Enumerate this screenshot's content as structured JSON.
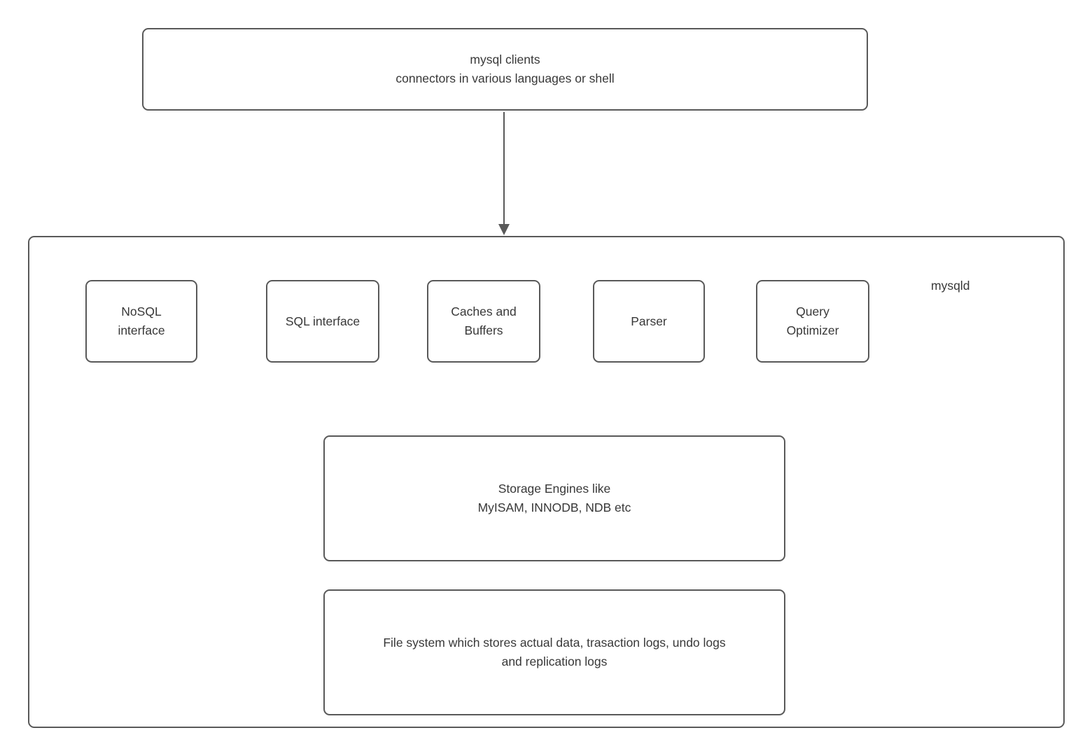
{
  "diagram": {
    "colors": {
      "background": "#ffffff",
      "border": "#595959",
      "text": "#383838",
      "arrow": "#595959"
    },
    "clients_box": {
      "label": "mysql clients\nconnectors in various languages or shell"
    },
    "server_box": {
      "label": "mysqld"
    },
    "components": [
      {
        "label": "NoSQL\ninterface"
      },
      {
        "label": "SQL interface"
      },
      {
        "label": "Caches and\nBuffers"
      },
      {
        "label": "Parser"
      },
      {
        "label": "Query\nOptimizer"
      }
    ],
    "storage_box": {
      "label": "Storage Engines like\nMyISAM, INNODB, NDB etc"
    },
    "filesystem_box": {
      "label": "File system which stores actual data, trasaction logs, undo logs\nand replication logs"
    }
  }
}
